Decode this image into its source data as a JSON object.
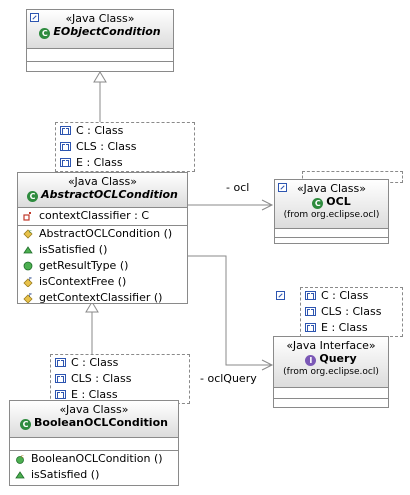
{
  "eobject": {
    "stereotype": "«Java Class»",
    "name": "EObjectCondition"
  },
  "abstract_ocl": {
    "stereotype": "«Java Class»",
    "name": "AbstractOCLCondition",
    "template_params": [
      "C : Class",
      "CLS : Class",
      "E : Class"
    ],
    "attributes": [
      "contextClassifier : C"
    ],
    "operations": [
      "AbstractOCLCondition ()",
      "isSatisfied ()",
      "getResultType ()",
      "isContextFree ()",
      "getContextClassifier ()"
    ]
  },
  "ocl": {
    "stereotype": "«Java Class»",
    "name": "OCL",
    "from": "(from org.eclipse.ocl)"
  },
  "query": {
    "stereotype": "«Java Interface»",
    "name": "Query",
    "from": "(from org.eclipse.ocl)",
    "template_params": [
      "C : Class",
      "CLS : Class",
      "E : Class"
    ]
  },
  "boolean_ocl": {
    "stereotype": "«Java Class»",
    "name": "BooleanOCLCondition",
    "template_params": [
      "C : Class",
      "CLS : Class",
      "E : Class"
    ],
    "operations": [
      "BooleanOCLCondition ()",
      "isSatisfied ()"
    ]
  },
  "associations": {
    "ocl": "- ocl",
    "ocl_query": "- oclQuery"
  },
  "icons": {
    "class": "class-icon",
    "interface": "interface-icon",
    "constructor": "constructor-icon",
    "method": "method-icon",
    "field": "private-field-icon",
    "template_param": "template-param-icon"
  },
  "colors": {
    "class_icon": "#2e8b3e",
    "interface_icon": "#7b58b6",
    "border": "#8a8a8a"
  }
}
